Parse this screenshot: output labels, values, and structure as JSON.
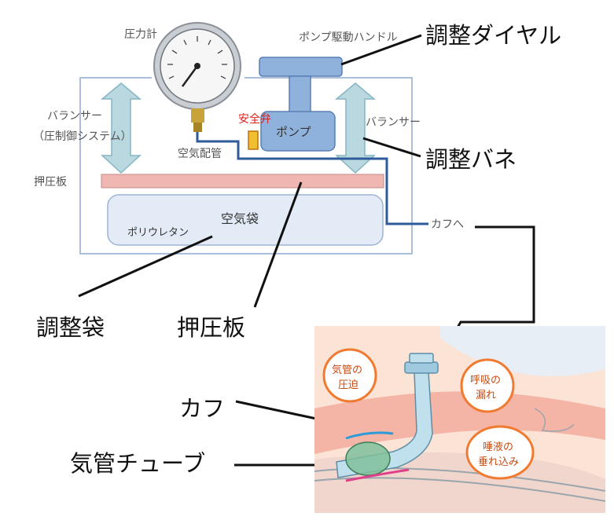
{
  "labels": {
    "pressure_gauge": "圧力計",
    "pump_handle": "ポンプ駆動ハンドル",
    "adjust_dial": "調整ダイヤル",
    "balancer_left_1": "バランサー",
    "balancer_left_2": "（圧制御システム）",
    "safety_valve": "安全弁",
    "pump": "ポンプ",
    "balancer_right": "バランサー",
    "adjust_spring": "調整バネ",
    "air_pipe": "空気配管",
    "press_plate_small": "押圧板",
    "air_bag": "空気袋",
    "polyurethane": "ポリウレタン",
    "to_cuff": "カフへ",
    "adjust_bag": "調整袋",
    "press_plate_large": "押圧板",
    "cuff": "カフ",
    "tracheal_tube": "気管チューブ"
  },
  "bubbles": {
    "trachea_compression_1": "気管の",
    "trachea_compression_2": "圧迫",
    "breath_leak_1": "呼吸の",
    "breath_leak_2": "漏れ",
    "saliva_1": "唾液の",
    "saliva_2": "垂れ込み"
  },
  "colors": {
    "component_blue": "#8fb2dc",
    "pipe_blue": "#2f5b9a",
    "press_plate": "#f0b6b2",
    "bubble_orange": "#f07a30",
    "tissue_pink": "#f8dcd0"
  }
}
